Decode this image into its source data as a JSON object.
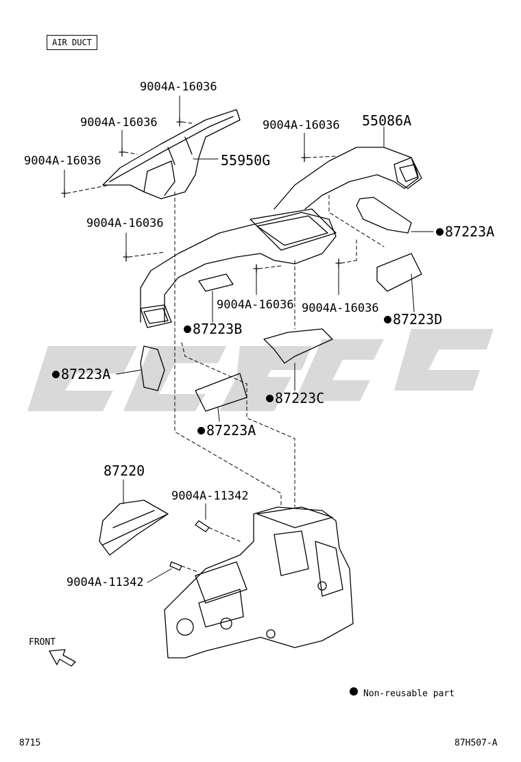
{
  "title": "AIR DUCT",
  "labels": {
    "bolt_a": "9004A-16036",
    "bolt_b": "9004A-16036",
    "bolt_c": "9004A-16036",
    "bolt_d": "9004A-16036",
    "bolt_e": "9004A-16036",
    "bolt_f": "9004A-16036",
    "bolt_g": "9004A-16036",
    "duct_center": "55950G",
    "duct_right": "55086A",
    "seal_right": "87223A",
    "seal_b": "87223B",
    "seal_d": "87223D",
    "seal_left": "87223A",
    "seal_c": "87223C",
    "seal_bottom": "87223A",
    "duct_lower": "87220",
    "screw_a": "9004A-11342",
    "screw_b": "9004A-11342"
  },
  "front_label": "FRONT",
  "legend_text": "Non-reusable part",
  "footer_left": "8715",
  "footer_right": "87H507-A",
  "watermark_color": "#d9d9d9"
}
